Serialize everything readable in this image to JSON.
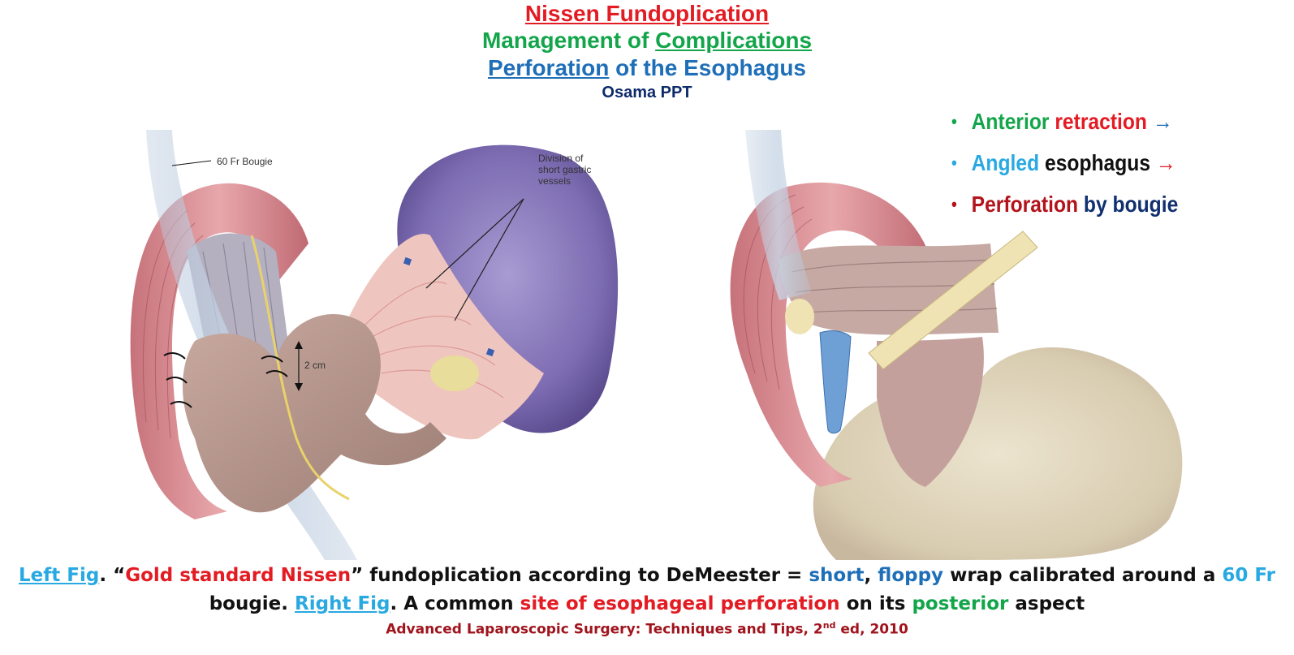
{
  "header": {
    "title": "Nissen Fundoplication",
    "subtitle_prefix": "Management of ",
    "subtitle_underlined": "Complications",
    "topic_underlined": "Perforation",
    "topic_rest": " of the Esophagus",
    "author": "Osama PPT"
  },
  "left_figure": {
    "label_bougie": "60 Fr Bougie",
    "label_division_1": "Division of",
    "label_division_2": "short gastric",
    "label_division_3": "vessels",
    "label_measure": "2 cm"
  },
  "bullets": [
    {
      "parts": [
        "Anterior",
        " retraction",
        " →"
      ],
      "colors": [
        "#13a54a",
        "#e31b23",
        "#1f6fb8"
      ],
      "dot_color": "#13a54a"
    },
    {
      "parts": [
        "Angled",
        " esophagus",
        " →"
      ],
      "colors": [
        "#29a9e1",
        "#111111",
        "#e31b23"
      ],
      "dot_color": "#29a9e1"
    },
    {
      "parts": [
        "Perforation",
        " by bougie"
      ],
      "colors": [
        "#b3131b",
        "#10306e"
      ],
      "dot_color": "#b3131b"
    }
  ],
  "caption": {
    "left_fig": "Left Fig",
    "p1": ".  “",
    "gold_standard": "Gold standard Nissen",
    "p2": "” fundoplication according to DeMeester = ",
    "short": "short",
    "comma": ", ",
    "floppy": "floppy",
    "p3": " wrap calibrated around a ",
    "size": "60 Fr",
    "p4": "bougie. ",
    "right_fig": "Right Fig",
    "p5": ". A common ",
    "site": "site of esophageal perforation",
    "p6": " on its ",
    "posterior": "posterior",
    "p7": " aspect"
  },
  "reference": {
    "text": "Advanced Laparoscopic Surgery: Techniques and Tips, 2",
    "sup": "nd",
    "tail": " ed, 2010"
  },
  "colors": {
    "title_red": "#e31b23",
    "subtitle_green": "#13a54a",
    "topic_blue": "#1f6fb8",
    "author_navy": "#0d2a6b",
    "reference_red": "#a0141d"
  }
}
